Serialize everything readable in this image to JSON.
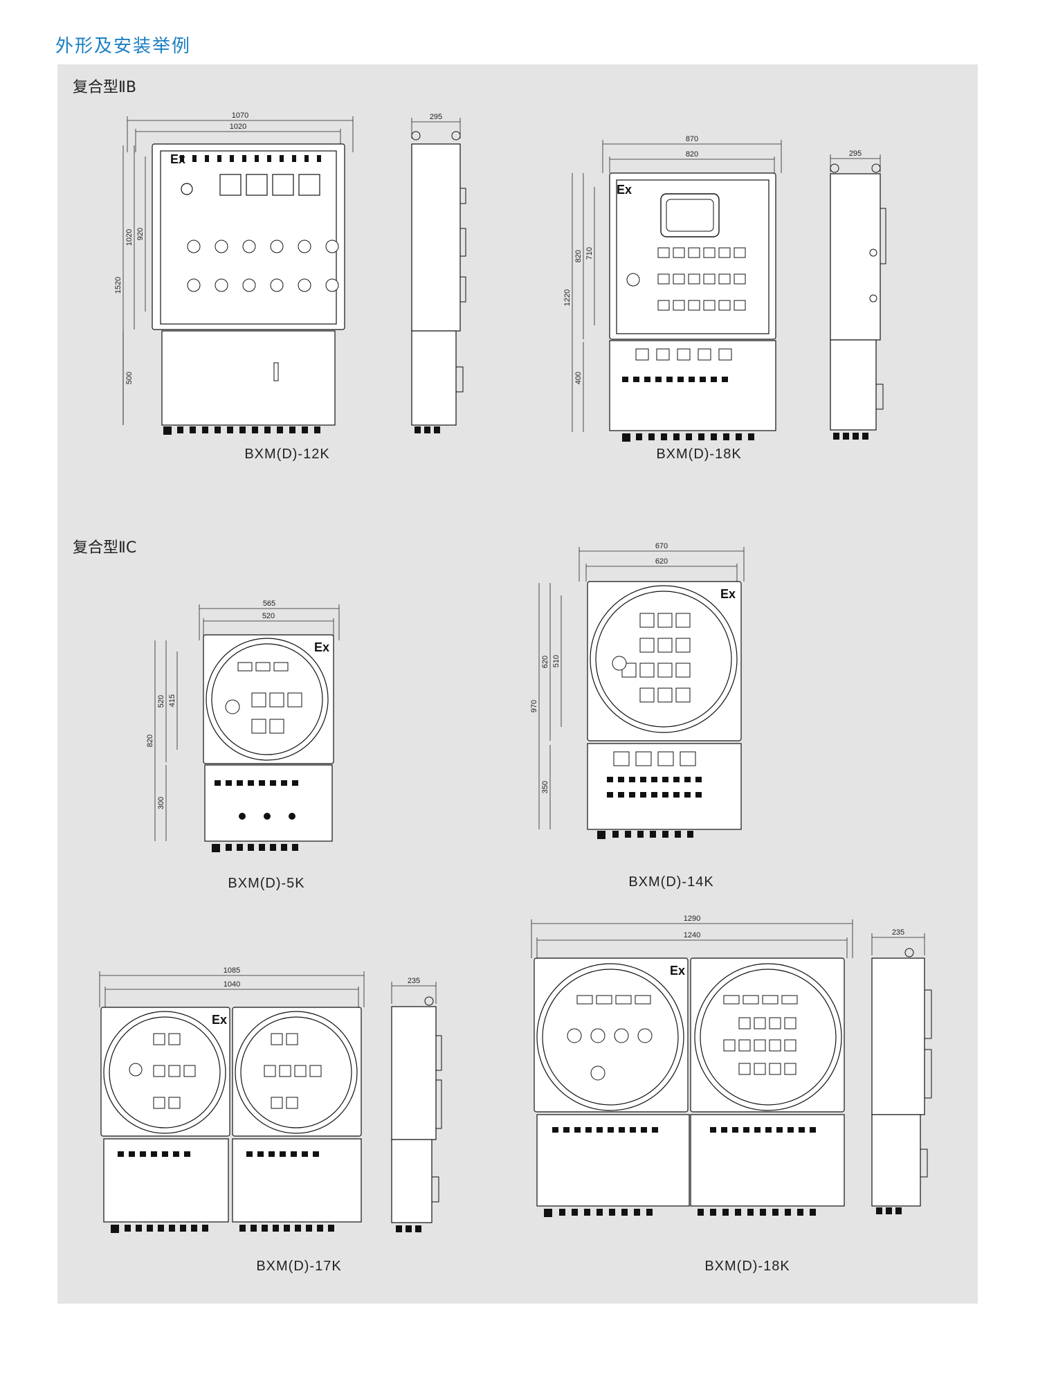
{
  "page_title": "外形及安装举例",
  "sections": {
    "iib_label": "复合型ⅡB",
    "iic_label": "复合型ⅡC"
  },
  "ex_mark": "Ex",
  "models": {
    "m12k": {
      "name": "BXM(D)-12K",
      "front_width_outer": "1070",
      "front_width_inner": "1020",
      "height_total": "1520",
      "height_upper_outer": "1020",
      "height_upper_inner": "920",
      "height_lower": "500",
      "side_depth": "295"
    },
    "m18k_iib": {
      "name": "BXM(D)-18K",
      "front_width_outer": "870",
      "front_width_inner": "820",
      "height_total": "1220",
      "height_upper_outer": "820",
      "height_upper_inner": "710",
      "height_lower": "400",
      "side_depth": "295"
    },
    "m5k": {
      "name": "BXM(D)-5K",
      "front_width_outer": "565",
      "front_width_inner": "520",
      "height_total": "820",
      "height_upper_outer": "520",
      "height_upper_inner": "415",
      "height_lower": "300"
    },
    "m14k": {
      "name": "BXM(D)-14K",
      "front_width_outer": "670",
      "front_width_inner": "620",
      "height_total": "970",
      "height_upper_outer": "620",
      "height_upper_inner": "510",
      "height_lower": "350"
    },
    "m17k": {
      "name": "BXM(D)-17K",
      "front_width_outer": "1085",
      "front_width_inner": "1040",
      "side_depth": "235"
    },
    "m18k_iic": {
      "name": "BXM(D)-18K",
      "front_width_outer": "1290",
      "front_width_inner": "1240",
      "side_depth": "235"
    }
  }
}
